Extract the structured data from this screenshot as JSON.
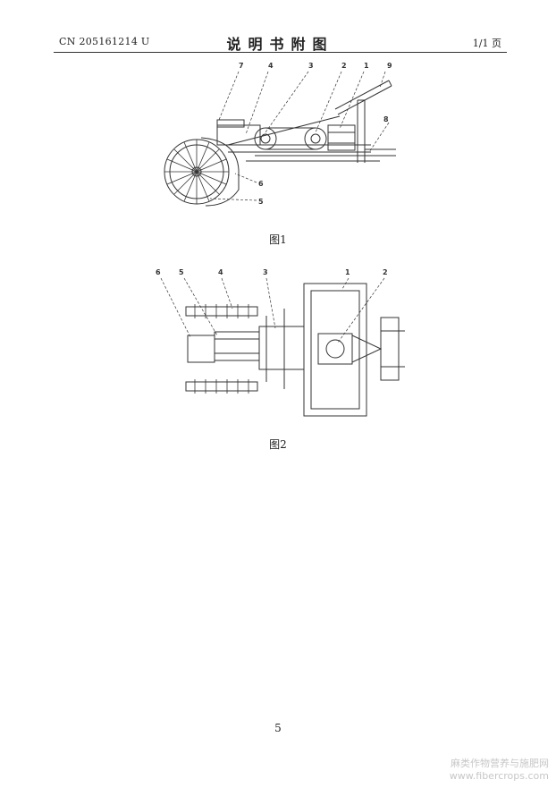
{
  "header": {
    "patent_no": "CN 205161214 U",
    "title": "说明书附图",
    "page_of": "1/1 页"
  },
  "figure1": {
    "caption": "图1",
    "labels": [
      "7",
      "4",
      "3",
      "2",
      "1",
      "9",
      "8",
      "6",
      "5"
    ]
  },
  "figure2": {
    "caption": "图2",
    "labels": [
      "6",
      "5",
      "4",
      "3",
      "1",
      "2"
    ]
  },
  "page_number": "5",
  "watermark": {
    "line1": "麻类作物营养与施肥网",
    "line2": "www.fibercrops.com"
  }
}
